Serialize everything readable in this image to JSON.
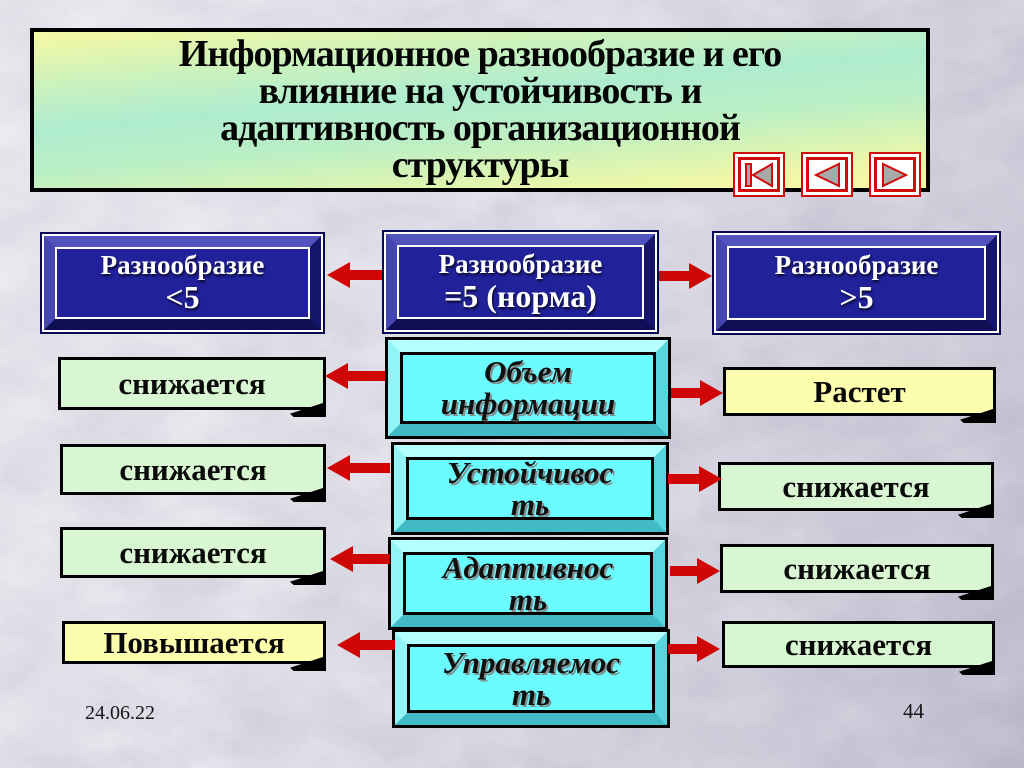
{
  "title": {
    "lines": [
      "Информационное разнообразие и его",
      "влияние на устойчивость и",
      "адаптивность организационной",
      "структуры"
    ]
  },
  "nav": {
    "first_icon": "go-to-first-slide",
    "prev_icon": "previous-slide",
    "next_icon": "next-slide"
  },
  "diversity_row": [
    {
      "line1": "Разнообразие",
      "line2": "<5"
    },
    {
      "line1": "Разнообразие",
      "line2": "=5 (норма)"
    },
    {
      "line1": "Разнообразие",
      "line2": ">5"
    }
  ],
  "factors": [
    {
      "line1": "Объем",
      "line2": "информации"
    },
    {
      "line1": "Устойчивос",
      "line2": "ть"
    },
    {
      "line1": "Адаптивнос",
      "line2": "ть"
    },
    {
      "line1": "Управляемос",
      "line2": "ть"
    }
  ],
  "left_notes": [
    {
      "text": "снижается"
    },
    {
      "text": "снижается"
    },
    {
      "text": "снижается"
    },
    {
      "text": "Повышается"
    }
  ],
  "right_notes": [
    {
      "text": "Растет"
    },
    {
      "text": "снижается"
    },
    {
      "text": "снижается"
    },
    {
      "text": "снижается"
    }
  ],
  "footer": {
    "date": "24.06.22",
    "page": "44"
  },
  "colors": {
    "accent_red": "#ce0606",
    "deep_blue": "#21219a",
    "cyan": "#66ffff",
    "note_green": "#d9f6d2",
    "note_yellow": "#fdfdae",
    "title_yellow": "#f7f8a2",
    "title_mint": "#aeeccf"
  }
}
